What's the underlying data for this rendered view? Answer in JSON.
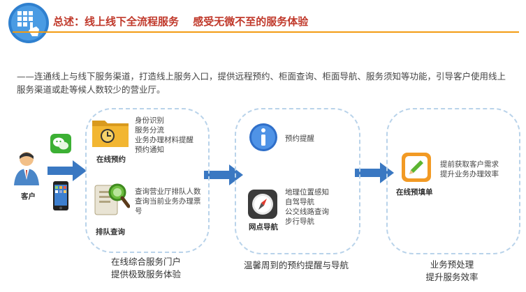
{
  "header": {
    "title": "总述：线上线下全流程服务　 感受无微不至的服务体验",
    "intro": "——连通线上与线下服务渠道，打造线上服务入口，提供远程预约、柜面查询、柜面导航、服务须知等功能，引导客户使用线上服务渠道或赴等候人数较少的营业厅。"
  },
  "customer": {
    "label": "客户"
  },
  "stage1": {
    "caption": [
      "在线综合服务门户",
      "提供极致服务体验"
    ],
    "item1": {
      "label": "在线预约",
      "lines": [
        "身份识别",
        "服务分流",
        "业务办理材料提醒",
        "预约通知"
      ]
    },
    "item2": {
      "label": "排队查询",
      "lines": [
        "查询营业厅排队人数",
        "查询当前业务办理票号"
      ]
    }
  },
  "stage2": {
    "caption": "温馨周到的预约提醒与导航",
    "item1": {
      "lines": [
        "预约提醒"
      ]
    },
    "item2": {
      "label": "网点导航",
      "lines": [
        "地理位置感知",
        "自驾导航",
        "公交线路查询",
        "步行导航"
      ]
    }
  },
  "stage3": {
    "caption": [
      "业务预处理",
      "提升服务效率"
    ],
    "item1": {
      "label": "在线预填单",
      "lines": [
        "提前获取客户需求",
        "提升业务办理效率"
      ]
    }
  },
  "colors": {
    "accent": "#f39c12",
    "title": "#c0392b",
    "arrow": "#3a78c2",
    "dash": "#b9d3ea"
  }
}
